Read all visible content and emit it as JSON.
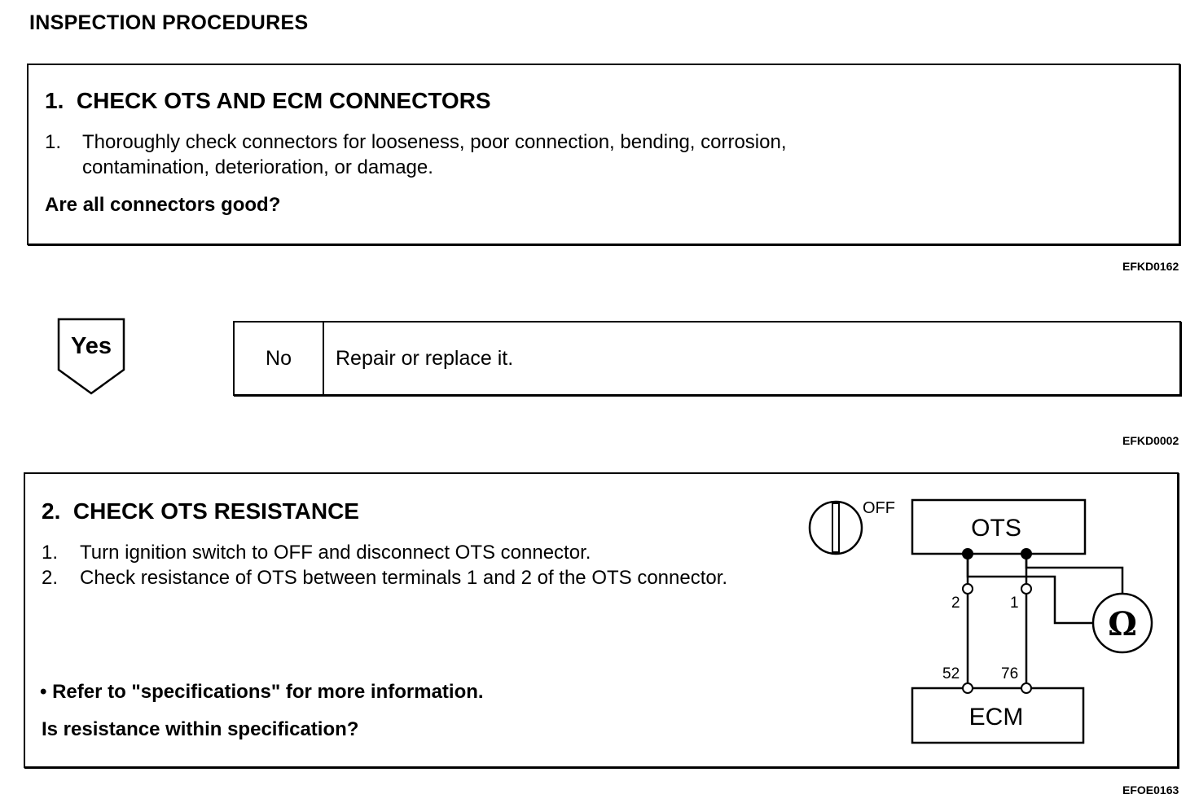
{
  "header": {
    "title": "INSPECTION PROCEDURES"
  },
  "step1": {
    "title": "1.  CHECK OTS AND ECM CONNECTORS",
    "items": [
      {
        "num": "1.",
        "line1": "Thoroughly check connectors for looseness, poor connection, bending, corrosion,",
        "line2": "contamination, deterioration, or damage."
      }
    ],
    "question": "Are all connectors good?",
    "code": "EFKD0162"
  },
  "decision": {
    "yes_label": "Yes",
    "no_label": "No",
    "no_action": "Repair or replace it.",
    "code": "EFKD0002"
  },
  "step2": {
    "title": "2.  CHECK OTS RESISTANCE",
    "items": [
      {
        "num": "1.",
        "text": "Turn ignition switch to OFF and disconnect OTS connector."
      },
      {
        "num": "2.",
        "text": "Check resistance of OTS between terminals 1 and 2 of the OTS connector."
      }
    ],
    "note": "• Refer to \"specifications\" for more information.",
    "question": "Is resistance within specification?",
    "code": "EFOE0163",
    "diagram": {
      "switch_label": "OFF",
      "ots_label": "OTS",
      "ecm_label": "ECM",
      "ohm_symbol": "Ω",
      "ots_pin_a": "2",
      "ots_pin_b": "1",
      "ecm_pin_a": "52",
      "ecm_pin_b": "76"
    }
  }
}
